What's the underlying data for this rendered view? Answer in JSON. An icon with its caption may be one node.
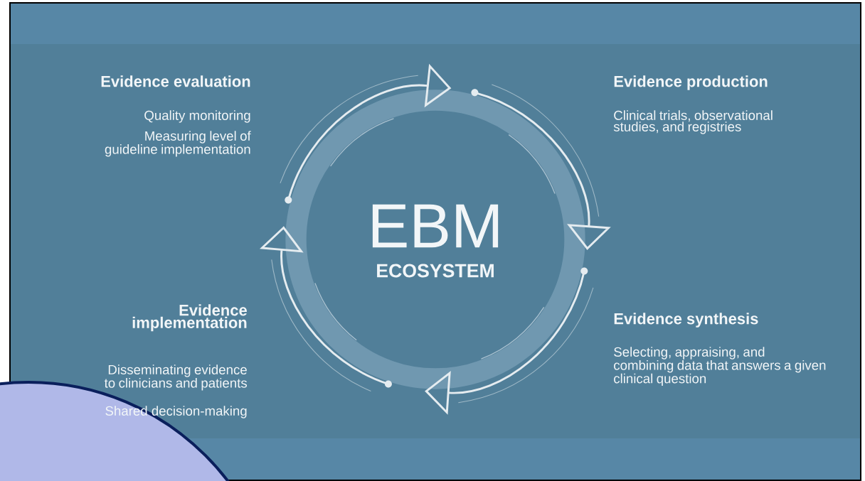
{
  "diagram": {
    "labels": [
      "Evidence evaluation",
      "Quality monitoring",
      "Measuring level of guideline implementation",
      "Evidence production",
      "Clinical trials, observational studies, and registries",
      "EBM",
      "ECOSYSTEM",
      "Evidence implementation",
      "Disseminating evidence to clinicians and patients",
      "Shared decision-making",
      "Evidence synthesis",
      "Selecting, appraising, and combining data that answers a given clinical question"
    ]
  }
}
